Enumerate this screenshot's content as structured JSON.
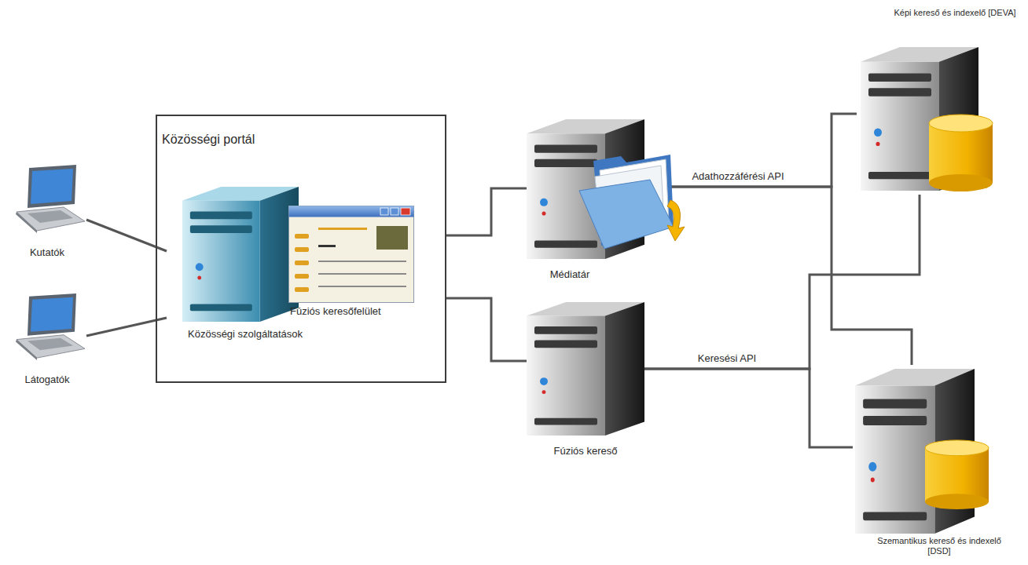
{
  "diagram": {
    "nodes": [
      {
        "text": [
          "Kutatók"
        ]
      },
      {
        "text": [
          "Látogatók"
        ]
      },
      {
        "text": [
          "Közösségi portál"
        ]
      },
      {
        "text": [
          "Közösségi szolgáltatások"
        ],
        "in": 2
      },
      {
        "text": [
          "Fúziós keresőfelület"
        ],
        "in": 2
      },
      {
        "text": [
          "Médiatár"
        ]
      },
      {
        "text": [
          "Fúziós kereső"
        ]
      },
      {
        "text": [
          "Képi kereső és indexelő [DEVA]"
        ]
      },
      {
        "text": [
          "Szemantikus kereső és indexelő [DSD]"
        ]
      }
    ],
    "edges": [
      {
        "from": 0,
        "to": 3,
        "arrow": "none"
      },
      {
        "from": 1,
        "to": 3,
        "arrow": "none"
      },
      {
        "from": 2,
        "to": 5,
        "arrow": "none"
      },
      {
        "from": 2,
        "to": 6,
        "arrow": "none"
      },
      {
        "from": 5,
        "to": 7,
        "label": "Adathozzáférési API",
        "arrow": "none"
      },
      {
        "from": 5,
        "to": 8,
        "arrow": "none"
      },
      {
        "from": 6,
        "to": 8,
        "label": "Keresési API",
        "arrow": "none"
      },
      {
        "from": 6,
        "to": 7,
        "arrow": "none"
      }
    ]
  }
}
